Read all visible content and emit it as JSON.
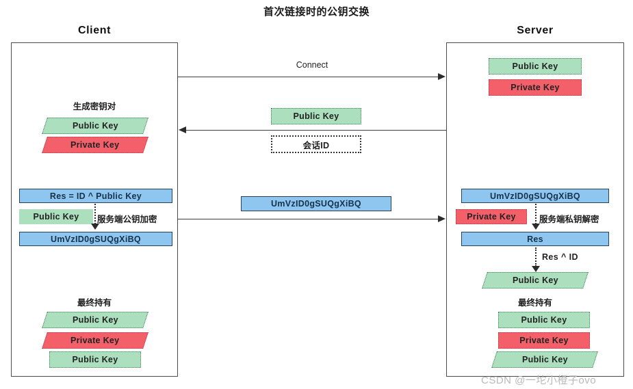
{
  "title": "首次链接时的公钥交换",
  "columns": {
    "client": "Client",
    "server": "Server"
  },
  "messages": {
    "connect": "Connect",
    "public_key_reply": "Public Key",
    "session_id": "会话ID",
    "ciphertext": "UmVzID0gSUQgXiBQ"
  },
  "client": {
    "generate_caption": "生成密钥对",
    "generated_public_key": "Public Key",
    "generated_private_key": "Private Key",
    "compute_expression": "Res = ID ^ Public Key",
    "encrypt_key_chip": "Public Key",
    "encrypt_note": "服务端公钥加密",
    "cipher_result": "UmVzID0gSUQgXiBQ",
    "final_caption": "最终持有",
    "final_items": [
      {
        "label": "Public Key",
        "style": "green-dotted-skew"
      },
      {
        "label": "Private Key",
        "style": "red-dotted-skew"
      },
      {
        "label": "Public Key",
        "style": "green-dotted-rect"
      }
    ]
  },
  "server": {
    "own_public_key": "Public Key",
    "own_private_key": "Private Key",
    "received_cipher": "UmVzID0gSUQgXiBQ",
    "decrypt_key_chip": "Private Key",
    "decrypt_note": "服务端私钥解密",
    "decrypted_res": "Res",
    "xor_note": "Res ^ ID",
    "recovered_public_key": "Public Key",
    "final_caption": "最终持有",
    "final_items": [
      {
        "label": "Public Key",
        "style": "green-dotted-rect"
      },
      {
        "label": "Private Key",
        "style": "red-dotted-rect"
      },
      {
        "label": "Public Key",
        "style": "green-dotted-skew"
      }
    ]
  },
  "watermark": "CSDN @一坨小橙子ovo",
  "colors": {
    "public_key_green": "#abdfbd",
    "private_key_red": "#f4606a",
    "data_blue": "#8fc6f0",
    "line_dark": "#3c3c3c"
  }
}
